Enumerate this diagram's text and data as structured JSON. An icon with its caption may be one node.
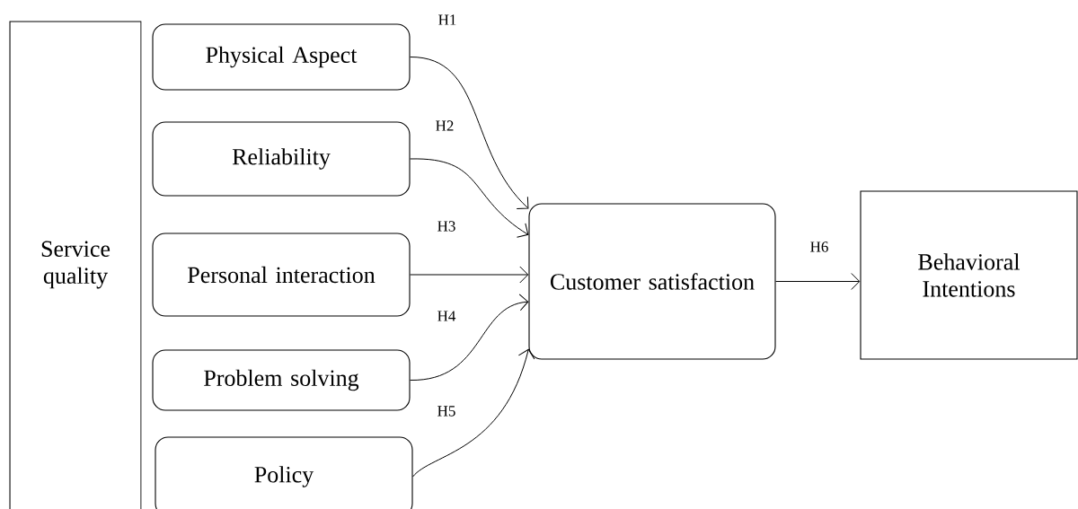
{
  "diagram": {
    "nodes": [
      {
        "text": [
          "Service quality"
        ]
      },
      {
        "text": [
          "Physical Aspect"
        ]
      },
      {
        "text": [
          "Reliability"
        ]
      },
      {
        "text": [
          "Personal interaction"
        ]
      },
      {
        "text": [
          "Problem solving"
        ]
      },
      {
        "text": [
          "Policy"
        ]
      },
      {
        "text": [
          "Customer satisfaction"
        ]
      },
      {
        "text": [
          "Behavioral Intentions"
        ]
      }
    ],
    "edges": [
      {
        "from": 1,
        "to": 6,
        "arrow": "to",
        "label": "H1"
      },
      {
        "from": 2,
        "to": 6,
        "arrow": "to",
        "label": "H2"
      },
      {
        "from": 3,
        "to": 6,
        "arrow": "to",
        "label": "H3"
      },
      {
        "from": 4,
        "to": 6,
        "arrow": "to",
        "label": "H4"
      },
      {
        "from": 5,
        "to": 6,
        "arrow": "to",
        "label": "H5"
      },
      {
        "from": 6,
        "to": 7,
        "arrow": "to",
        "label": "H6"
      }
    ]
  }
}
